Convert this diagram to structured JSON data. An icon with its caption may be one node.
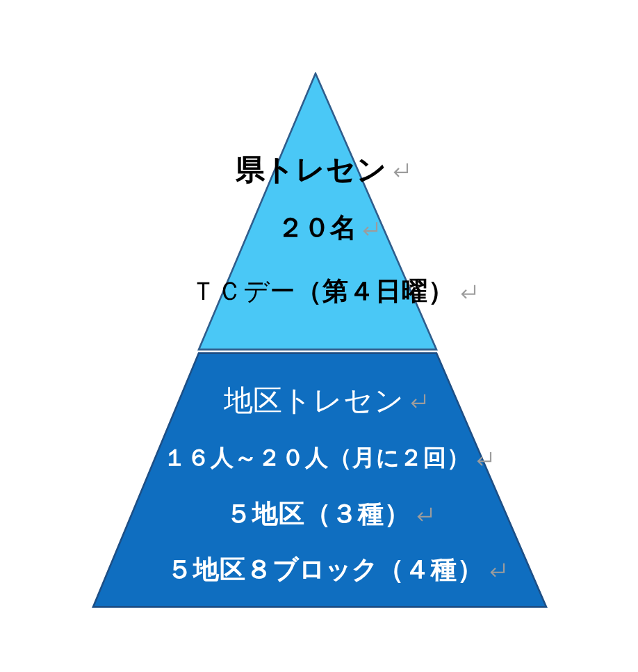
{
  "diagram": {
    "nodes": [
      {
        "text": [
          "県トレセン",
          "２０名",
          "ＴＣデー**（第４日曜）**"
        ]
      },
      {
        "text": [
          "地区トレセン",
          "１６人～２０人（月に２回）",
          "５地区（３種）",
          "５地区８ブロック（４種）"
        ]
      }
    ]
  }
}
